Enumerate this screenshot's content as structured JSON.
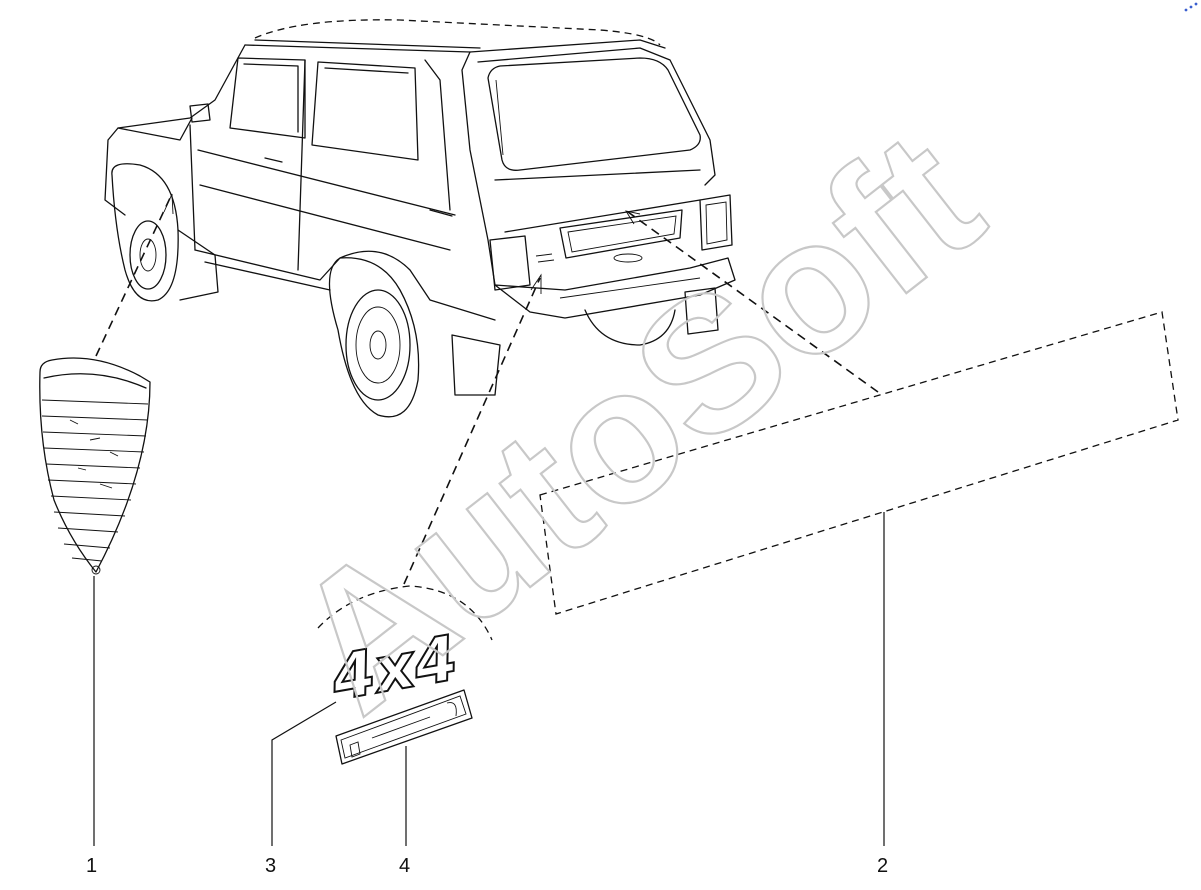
{
  "diagram": {
    "watermark": "AutoSoft",
    "emblem_text": "4x4",
    "callouts": {
      "part1": "1",
      "part2": "2",
      "part3": "3",
      "part4": "4"
    }
  },
  "colors": {
    "line": "#111111",
    "watermark": "#c8c8c8",
    "background": "#ffffff"
  }
}
